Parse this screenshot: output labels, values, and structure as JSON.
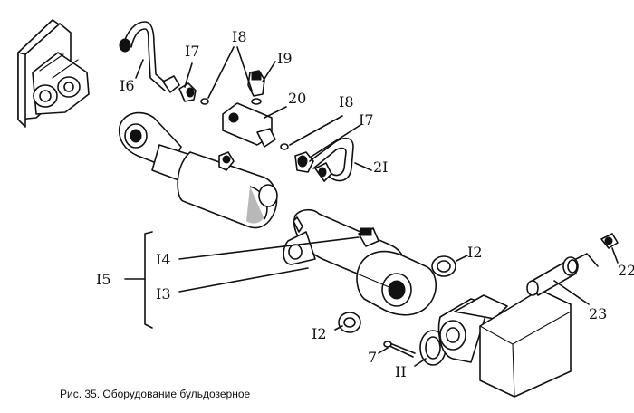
{
  "labels": {
    "p7": "7",
    "p11": "II",
    "p12a": "I2",
    "p12b": "I2",
    "p13": "I3",
    "p14": "I4",
    "p15": "I5",
    "p16": "I6",
    "p17a": "I7",
    "p17b": "I7",
    "p18a": "I8",
    "p18b": "I8",
    "p19": "I9",
    "p20": "20",
    "p21": "2I",
    "p22": "22",
    "p23": "23"
  },
  "caption": "Рис. 35. Оборудование бульдозерное"
}
